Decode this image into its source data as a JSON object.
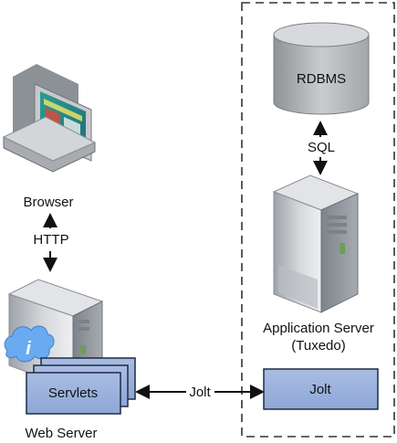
{
  "labels": {
    "browser": "Browser",
    "http": "HTTP",
    "web_server": "Web Server",
    "servlets": "Servlets",
    "jolt_connector": "Jolt",
    "jolt_box": "Jolt",
    "rdbms": "RDBMS",
    "sql": "SQL",
    "app_server_line1": "Application Server",
    "app_server_line2": "(Tuxedo)",
    "info_badge": "i"
  },
  "colors": {
    "box_fill": "#99b0d9",
    "box_stroke": "#1f2a44",
    "cylinder_fill": "#b9bbbe",
    "server_body": "#cfd2d6",
    "info_cloud": "#5aa0e6",
    "dashed_border": "#333333"
  },
  "icons": [
    "computer-icon",
    "web-server-icon",
    "info-cloud-icon",
    "database-icon",
    "app-server-icon"
  ]
}
